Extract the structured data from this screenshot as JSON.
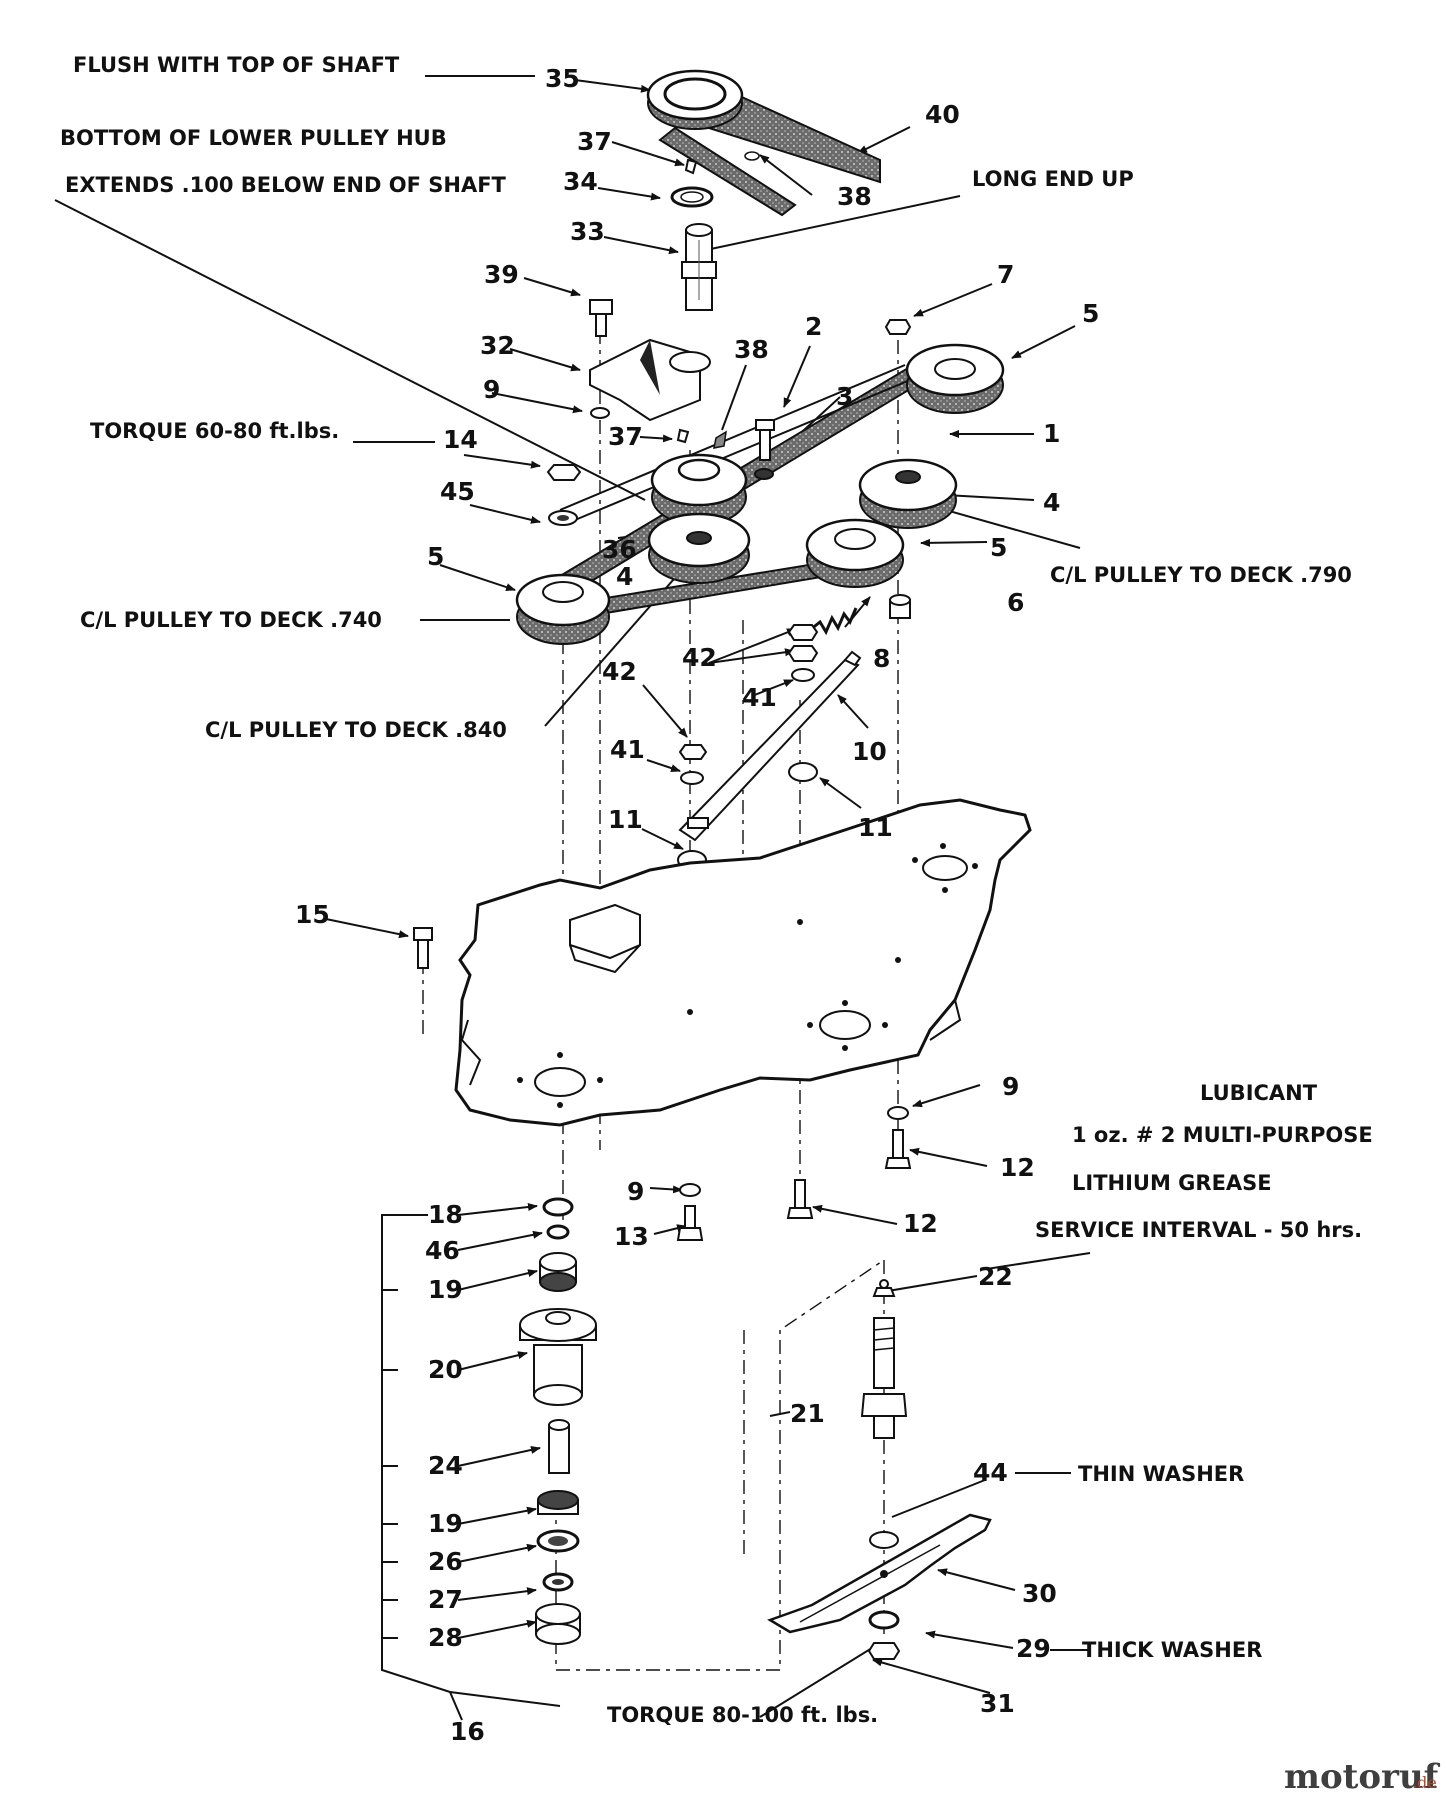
{
  "notes": {
    "flush_top_shaft": "FLUSH WITH TOP OF SHAFT",
    "bottom_lower_hub_1": "BOTTOM OF LOWER PULLEY HUB",
    "bottom_lower_hub_2": "EXTENDS .100 BELOW END OF SHAFT",
    "long_end_up": "LONG END UP",
    "torque_60_80": "TORQUE 60-80 ft.lbs.",
    "cl_pulley_790": "C/L PULLEY TO DECK .790",
    "cl_pulley_740": "C/L PULLEY TO DECK .740",
    "cl_pulley_840": "C/L PULLEY TO DECK .840",
    "lubricant_1": "LUBICANT",
    "lubricant_2": "1 oz. # 2 MULTI-PURPOSE",
    "lubricant_3": "LITHIUM GREASE",
    "service_interval": "SERVICE INTERVAL - 50 hrs.",
    "thin_washer": "THIN WASHER",
    "thick_washer": "THICK WASHER",
    "torque_80_100": "TORQUE 80-100 ft. lbs."
  },
  "callouts": {
    "n35": "35",
    "n40": "40",
    "n37a": "37",
    "n38a": "38",
    "n34": "34",
    "n33": "33",
    "n39": "39",
    "n7": "7",
    "n5a": "5",
    "n32": "32",
    "n38b": "38",
    "n2": "2",
    "n9a": "9",
    "n3": "3",
    "n1": "1",
    "n37b": "37",
    "n14": "14",
    "n4a": "4",
    "n45": "45",
    "n36": "36",
    "n4b": "4",
    "n5b": "5",
    "n5c": "5",
    "n6": "6",
    "n42a": "42",
    "n8": "8",
    "n42b": "42",
    "n41a": "41",
    "n10": "10",
    "n41b": "41",
    "n11a": "11",
    "n11b": "11",
    "n15": "15",
    "n9b": "9",
    "n12a": "12",
    "n9c": "9",
    "n13": "13",
    "n12b": "12",
    "n18": "18",
    "n46": "46",
    "n19a": "19",
    "n22": "22",
    "n20": "20",
    "n21": "21",
    "n24": "24",
    "n44": "44",
    "n19b": "19",
    "n26": "26",
    "n30": "30",
    "n27": "27",
    "n28": "28",
    "n29": "29",
    "n31": "31",
    "n16": "16"
  },
  "watermark": {
    "brand": "motoruf",
    "suffix": ".de"
  }
}
